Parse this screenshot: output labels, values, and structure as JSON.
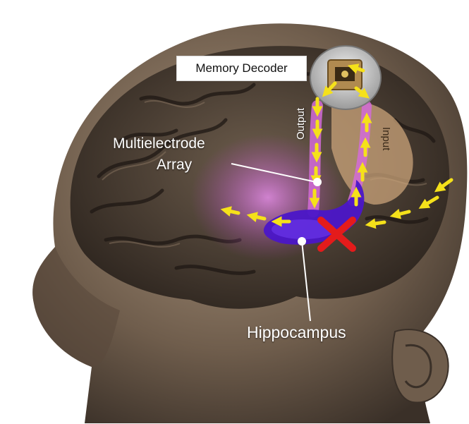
{
  "labels": {
    "memory_decoder": "Memory Decoder",
    "multielectrode_line1": "Multielectrode",
    "multielectrode_line2": "Array",
    "hippocampus": "Hippocampus",
    "output": "Output",
    "input": "Input"
  },
  "colors": {
    "arrow": "#f5e11a",
    "pathway": "#d46bd8",
    "hippocampus": "#4b16c8",
    "block_mark": "#e41b1b",
    "head_skin": "#8a7561",
    "background": "#ffffff"
  }
}
